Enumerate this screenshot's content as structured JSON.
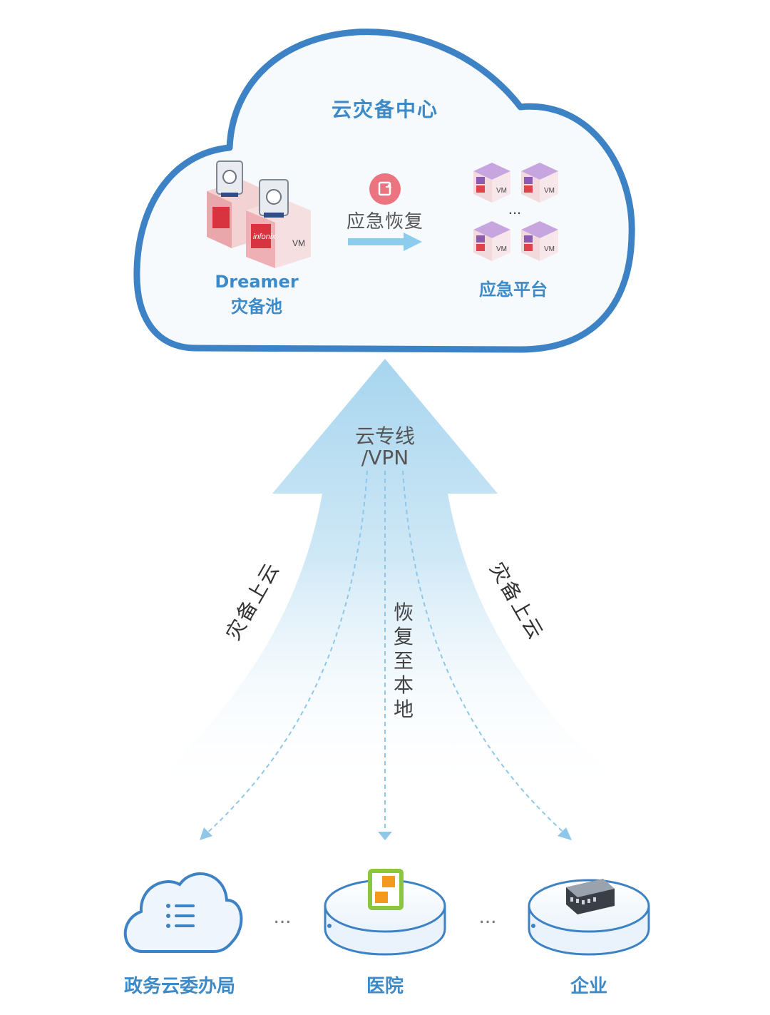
{
  "cloud": {
    "title": "云灾备中心",
    "pool": {
      "line1": "Dreamer",
      "line2": "灾备池"
    },
    "recovery": "应急恢复",
    "platform": "应急平台",
    "infonix_badge": "infonix",
    "vm_badge": "VM",
    "more": "..."
  },
  "link": {
    "line1": "云专线",
    "line2": "/VPN"
  },
  "flows": {
    "left": "灾备上云",
    "center": "恢复至本地",
    "right": "灾备上云"
  },
  "sites": [
    {
      "label": "政务云委办局",
      "icon": "list-cloud-icon"
    },
    {
      "label": "医院",
      "icon": "vmware-icon"
    },
    {
      "label": "企业",
      "icon": "server-icon"
    }
  ],
  "separator": "...",
  "colors": {
    "accent": "#3d8ac9",
    "cloud_border": "#3d82c4",
    "arrow": "#a9d6f0",
    "recover_icon": "#ec7480",
    "vm_purple": "#8a5bb0"
  }
}
